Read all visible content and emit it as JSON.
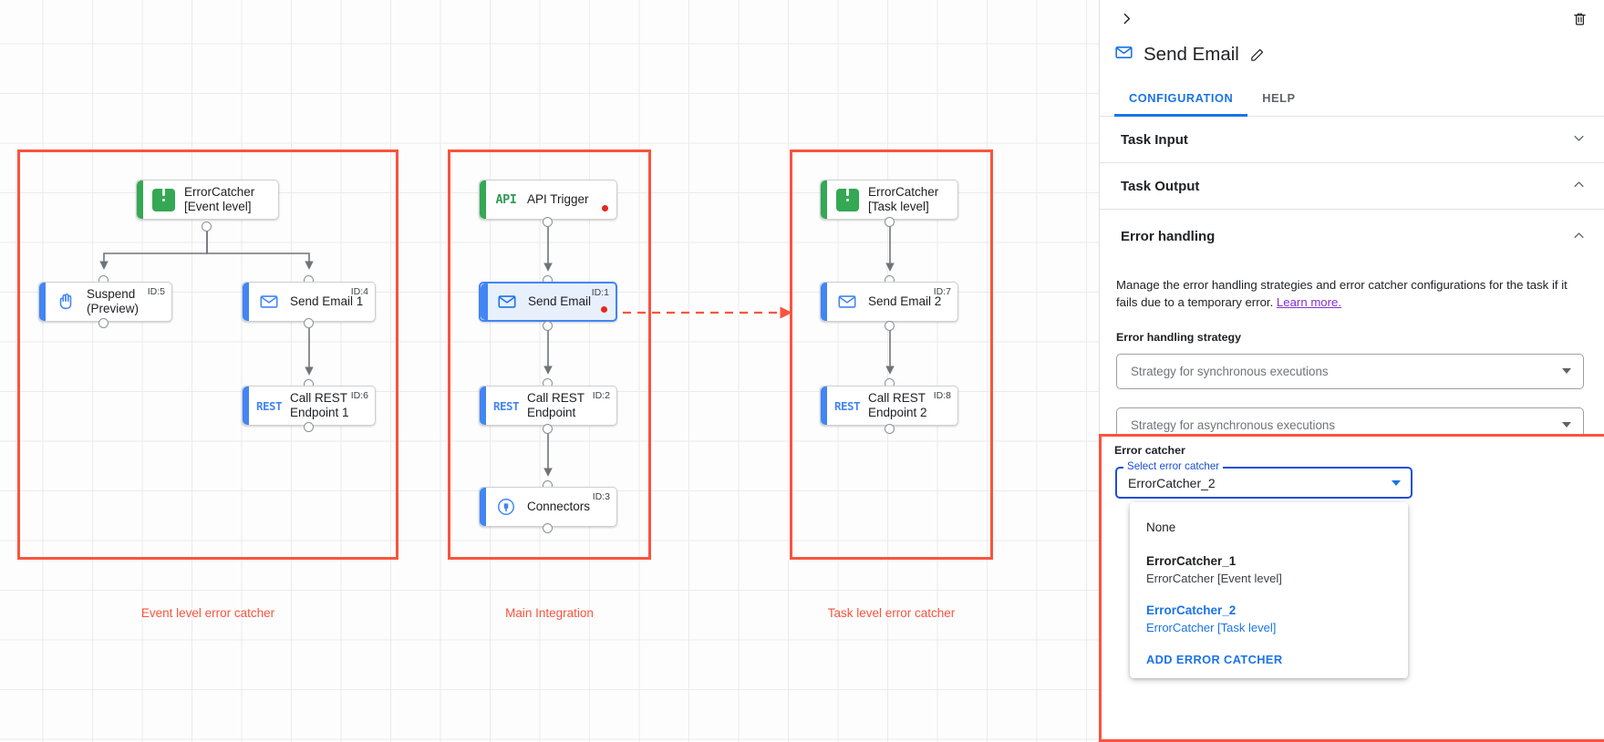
{
  "canvas": {
    "groups": [
      {
        "caption": "Event level error catcher"
      },
      {
        "caption": "Main Integration"
      },
      {
        "caption": "Task level error catcher"
      }
    ],
    "nodes": [
      {
        "id": "ec1",
        "label": "ErrorCatcher\n[Event level]",
        "icon": "error-catcher-icon",
        "idlabel": ""
      },
      {
        "id": "susp",
        "label": "Suspend\n(Preview)",
        "icon": "hand-icon",
        "idlabel": "ID:5"
      },
      {
        "id": "se1",
        "label": "Send Email 1",
        "icon": "envelope-icon",
        "idlabel": "ID:4"
      },
      {
        "id": "rest1",
        "label": "Call REST\nEndpoint 1",
        "icon": "rest-icon",
        "idlabel": "ID:6"
      },
      {
        "id": "api",
        "label": "API Trigger",
        "icon": "api-icon",
        "idlabel": ""
      },
      {
        "id": "se",
        "label": "Send Email",
        "icon": "envelope-icon",
        "idlabel": "ID:1"
      },
      {
        "id": "rest",
        "label": "Call REST\nEndpoint",
        "icon": "rest-icon",
        "idlabel": "ID:2"
      },
      {
        "id": "conn",
        "label": "Connectors",
        "icon": "connectors-icon",
        "idlabel": "ID:3"
      },
      {
        "id": "ec2",
        "label": "ErrorCatcher\n[Task level]",
        "icon": "error-catcher-icon",
        "idlabel": ""
      },
      {
        "id": "se2",
        "label": "Send Email 2",
        "icon": "envelope-icon",
        "idlabel": "ID:7"
      },
      {
        "id": "rest2",
        "label": "Call REST\nEndpoint 2",
        "icon": "rest-icon",
        "idlabel": "ID:8"
      }
    ]
  },
  "panel": {
    "collapse_icon": "chevron-right-icon",
    "delete_icon": "trash-icon",
    "title": "Send Email",
    "title_icon": "envelope-icon",
    "edit_icon": "pencil-icon",
    "tabs": [
      {
        "label": "CONFIGURATION",
        "active": true
      },
      {
        "label": "HELP",
        "active": false
      }
    ],
    "sections": [
      {
        "label": "Task Input",
        "state": "collapsed"
      },
      {
        "label": "Task Output",
        "state": "expanded"
      },
      {
        "label": "Error handling",
        "state": "expanded"
      }
    ],
    "error_handling": {
      "description": "Manage the error handling strategies and error catcher configurations for the task if it fails due to a temporary error.",
      "learn_more": "Learn more.",
      "strategy_label": "Error handling strategy",
      "sync_placeholder": "Strategy for synchronous executions",
      "async_placeholder": "Strategy for asynchronous executions"
    },
    "error_catcher": {
      "label": "Error catcher",
      "field_legend": "Select error catcher",
      "field_value": "ErrorCatcher_2",
      "options": [
        {
          "primary": "None",
          "secondary": "",
          "selected": false,
          "bold": false
        },
        {
          "primary": "ErrorCatcher_1",
          "secondary": "ErrorCatcher [Event level]",
          "selected": false,
          "bold": true
        },
        {
          "primary": "ErrorCatcher_2",
          "secondary": "ErrorCatcher [Task level]",
          "selected": true,
          "bold": true
        }
      ],
      "add_label": "ADD ERROR CATCHER"
    }
  },
  "colors": {
    "accent_blue": "#1a73e8",
    "highlight_red": "#f9543e",
    "green": "#34a853",
    "link_purple": "#8430ce"
  }
}
